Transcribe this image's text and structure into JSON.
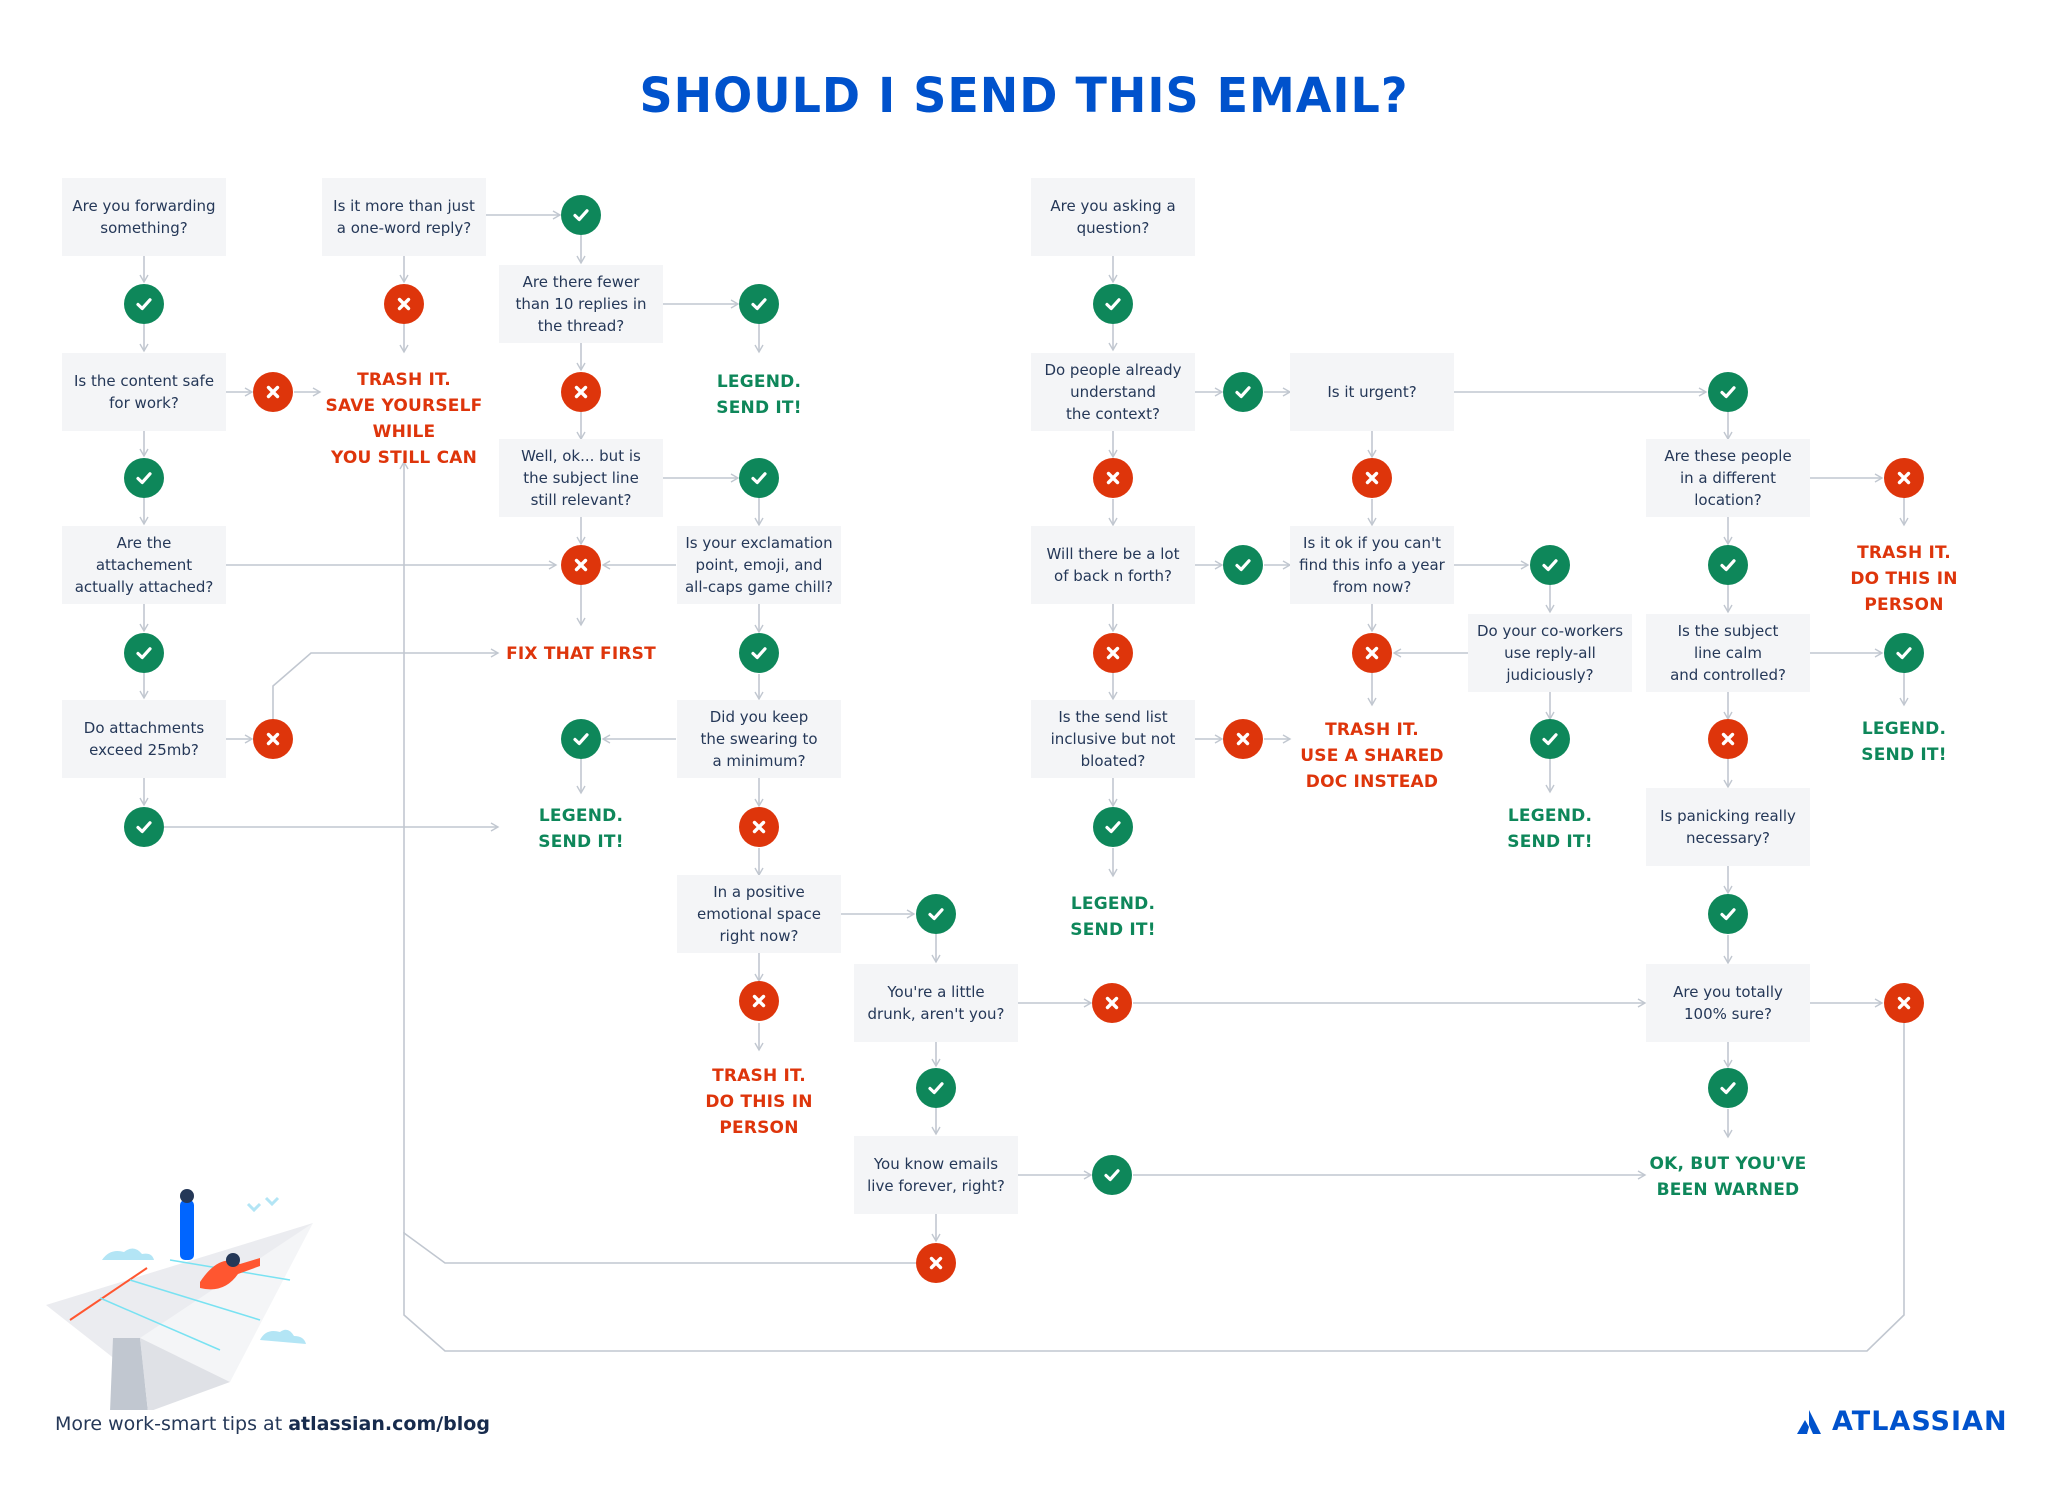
{
  "title": "SHOULD I SEND THIS EMAIL?",
  "colors": {
    "title_blue": "#0052CC",
    "yes_green": "#0E875A",
    "no_red": "#DE350B",
    "box_bg": "#F4F5F7",
    "text": "#253858",
    "connector": "#C1C7D0"
  },
  "questions": {
    "forwarding": "Are you forwarding\nsomething?",
    "safe_for_work": "Is the content safe\nfor work?",
    "attachment_attached": "Are the\nattachement\nactually attached?",
    "attachments_25mb": "Do attachments\nexceed 25mb?",
    "one_word_reply": "Is it more than just\na one-word reply?",
    "fewer_than_10": "Are there fewer\nthan 10 replies in\nthe thread?",
    "subject_relevant": "Well, ok... but is\nthe subject line\nstill relevant?",
    "exclamation": "Is your exclamation\npoint, emoji, and\nall-caps game chill?",
    "swearing": "Did you keep\nthe swearing to\na minimum?",
    "positive_space": "In a positive\nemotional space\nright now?",
    "drunk": "You're a little\ndrunk, aren't you?",
    "live_forever": "You know emails\nlive forever, right?",
    "asking_question": "Are  you asking a\nquestion?",
    "understand_context": "Do people already\nunderstand\nthe context?",
    "back_n_forth": "Will there be a lot\nof back n forth?",
    "send_list": "Is the send list\ninclusive but not\nbloated?",
    "urgent": "Is it urgent?",
    "find_info_year": "Is it ok if you can't\nfind this info a year\nfrom now?",
    "reply_all": "Do your co-workers\nuse reply-all\njudiciously?",
    "different_location": "Are these people\nin a different\nlocation?",
    "subject_calm": "Is the subject\nline calm\nand controlled?",
    "panicking": "Is panicking really\nnecessary?",
    "totally_sure": "Are you totally\n100% sure?"
  },
  "outcomes": {
    "trash_save_yourself": "TRASH IT.\nSAVE YOURSELF\nWHILE\nYOU STILL CAN",
    "legend_1": "LEGEND.\nSEND IT!",
    "fix_that_first": "FIX THAT FIRST",
    "legend_2": "LEGEND.\nSEND IT!",
    "trash_in_person_1": "TRASH IT.\nDO THIS IN\nPERSON",
    "legend_3": "LEGEND.\nSEND IT!",
    "trash_shared_doc": "TRASH IT.\nUSE A SHARED\nDOC INSTEAD",
    "legend_4": "LEGEND.\nSEND IT!",
    "trash_in_person_2": "TRASH IT.\nDO THIS IN\nPERSON",
    "legend_5": "LEGEND.\nSEND IT!",
    "been_warned": "OK, BUT YOU'VE\nBEEN WARNED"
  },
  "icons": {
    "yes": "check-icon",
    "no": "x-icon"
  },
  "footer": {
    "prefix": "More work-smart tips at ",
    "link": "atlassian.com/blog"
  },
  "logo": {
    "text": "ATLASSIAN"
  }
}
